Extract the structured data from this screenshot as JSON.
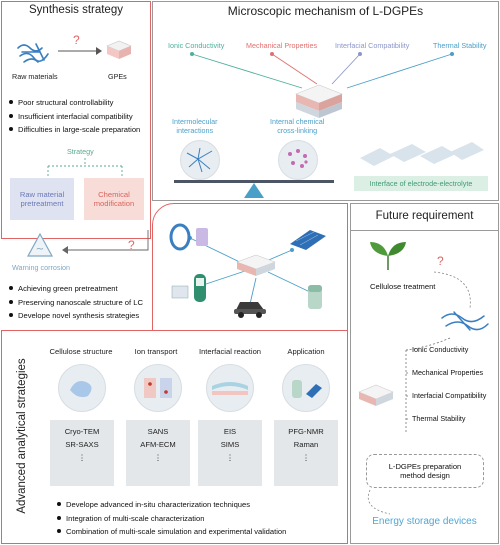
{
  "synthesis": {
    "title": "Synthesis strategy",
    "raw_materials": "Raw materials",
    "gpes": "GPEs",
    "question_mark": "?",
    "bullets": [
      "Poor structural controllability",
      "Insufficient interfacial compatibility",
      "Difficulties in large-scale preparation"
    ],
    "strategy_label": "Strategy",
    "box_raw": "Raw material\npretreatment",
    "box_chem": "Chemical\nmodification",
    "warning": "Warning corrosion",
    "bullets2": [
      "Achieving green pretreatment",
      "Preserving nanoscale structure of LC",
      "Develope novel synthesis strategies"
    ]
  },
  "mechanism": {
    "title": "Microscopic mechanism of L-DGPEs",
    "properties": [
      {
        "label": "Ionic Conductivity",
        "color": "#4fae9c"
      },
      {
        "label": "Mechanical Properties",
        "color": "#e07070"
      },
      {
        "label": "Interfacial Compatibility",
        "color": "#8c96c9"
      },
      {
        "label": "Thermal Stability",
        "color": "#4a9fc8"
      }
    ],
    "inter": "Intermolecular\ninteractions",
    "crosslink": "Internal chemical\ncross-linking",
    "interface": "Interface of electrode-electrolyte"
  },
  "analytical": {
    "title": "Advanced analytical strategies",
    "columns": [
      {
        "title": "Cellulose structure",
        "techs": [
          "Cryo-TEM",
          "SR-SAXS",
          "⋮"
        ]
      },
      {
        "title": "Ion transport",
        "techs": [
          "SANS",
          "AFM-ECM",
          "⋮"
        ]
      },
      {
        "title": "Interfacial reaction",
        "techs": [
          "EIS",
          "SIMS",
          "⋮"
        ]
      },
      {
        "title": "Application",
        "techs": [
          "PFG-NMR",
          "Raman",
          "⋮"
        ]
      }
    ],
    "bullets": [
      "Develope advanced in-situ characterization techniques",
      "Integration of multi-scale characterization",
      "Combination of multi-scale simulation and experimental validation"
    ]
  },
  "future": {
    "title": "Future requirement",
    "cellulose": "Cellulose treatment",
    "question_mark": "?",
    "list": [
      "Ionic Conductivity",
      "Mechanical Properties",
      "Interfacial Compatibility",
      "Thermal Stability"
    ],
    "design": "L-DGPEs preparation\nmethod design",
    "energy": "Energy storage devices"
  },
  "colors": {
    "red_border": "#e06464",
    "gray_border": "#9a9a9a",
    "green_strategy": "#5aaa8c",
    "blue_box": "#dfe3f1",
    "pink_box": "#f8dcd8",
    "warning": "#7fa8c4",
    "energy": "#4ea7d6",
    "interface_bar": "#dcefe4"
  }
}
